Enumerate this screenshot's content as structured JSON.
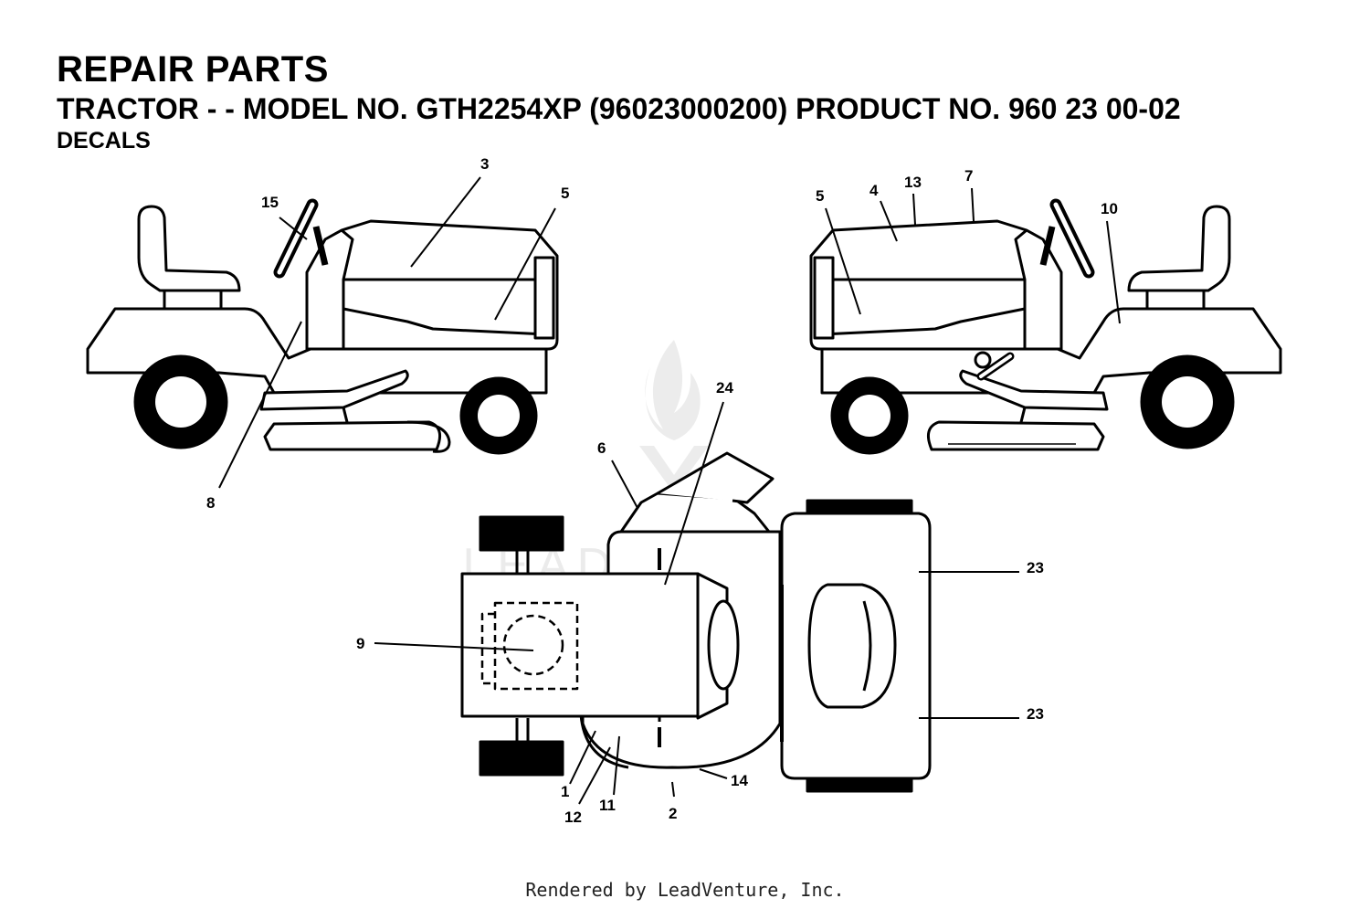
{
  "header": {
    "title": "REPAIR PARTS",
    "model_line": "TRACTOR - - MODEL NO. GTH2254XP (96023000200) PRODUCT NO. 960 23 00-02",
    "section": "DECALS"
  },
  "watermark": "LEADVENTURE",
  "callouts": {
    "c1": "1",
    "c2": "2",
    "c3": "3",
    "c4": "4",
    "c5a": "5",
    "c5b": "5",
    "c6": "6",
    "c7": "7",
    "c8": "8",
    "c9": "9",
    "c10": "10",
    "c11": "11",
    "c12": "12",
    "c13": "13",
    "c14": "14",
    "c15": "15",
    "c23a": "23",
    "c23b": "23",
    "c24": "24"
  },
  "footer": "Rendered by LeadVenture, Inc."
}
